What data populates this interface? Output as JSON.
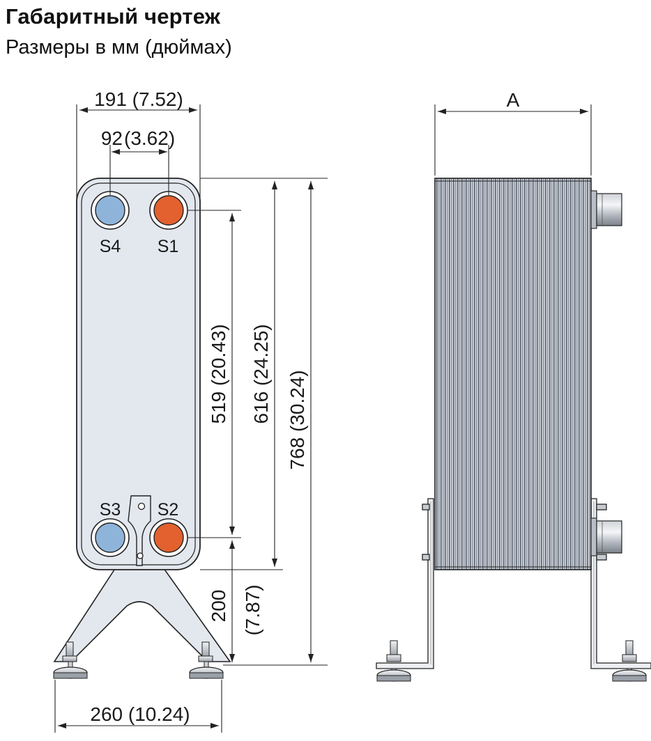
{
  "header": {
    "title": "Габаритный чертеж",
    "subtitle": "Размеры в мм (дюймах)"
  },
  "front_view": {
    "ports": [
      {
        "label": "S4",
        "fluid": "cold"
      },
      {
        "label": "S1",
        "fluid": "hot"
      },
      {
        "label": "S3",
        "fluid": "cold"
      },
      {
        "label": "S2",
        "fluid": "hot"
      }
    ],
    "dimensions": {
      "total_width": "191 (7.52)",
      "port_spacing_horizontal": "92",
      "port_spacing_horizontal_in": "(3.62)",
      "port_spacing_vertical": "519 (20.43)",
      "plate_height": "616 (24.25)",
      "total_height": "768 (30.24)",
      "stand_height": "200",
      "stand_height_in": "(7.87)",
      "foot_spacing": "260 (10.24)"
    }
  },
  "side_view": {
    "dimensions": {
      "pack_length": "A"
    }
  },
  "colors": {
    "cold_port": "#8fb4da",
    "hot_port": "#e2612f",
    "plate_fill": "#e3e7ee",
    "outline": "#222222"
  }
}
